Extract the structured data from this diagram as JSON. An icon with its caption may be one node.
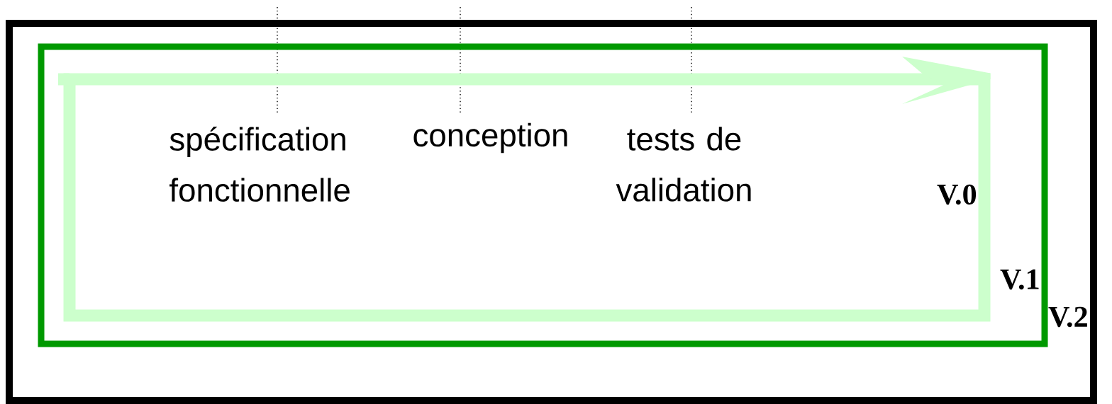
{
  "diagram": {
    "nodes": [
      {
        "text": [
          "V.2"
        ]
      },
      {
        "text": [
          "V.1"
        ],
        "in": 0
      },
      {
        "text": [
          "V.0"
        ],
        "in": 1
      }
    ],
    "labels": [
      "spécification fonctionnelle",
      "conception",
      "tests de validation"
    ]
  }
}
